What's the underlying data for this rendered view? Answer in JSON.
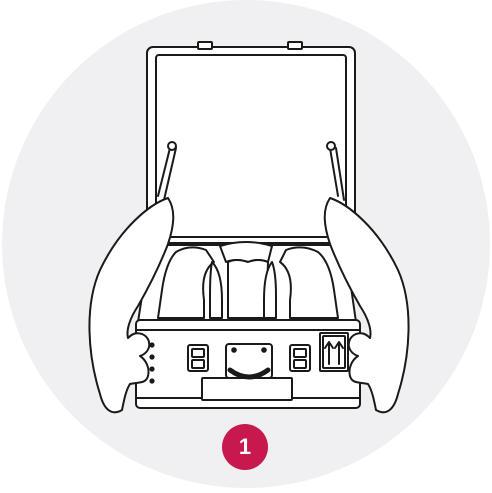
{
  "illustration": {
    "subject": "open-case-held-by-hands",
    "icons": [
      "open-case",
      "left-hand",
      "right-hand",
      "this-side-up-arrows",
      "carry-handle",
      "latch",
      "latch"
    ]
  },
  "step": {
    "number": "1"
  },
  "colors": {
    "background_circle": "#f0f0f2",
    "outline": "#1a1a1a",
    "fill": "#ffffff",
    "badge": "#c8194f",
    "badge_text": "#ffffff"
  }
}
